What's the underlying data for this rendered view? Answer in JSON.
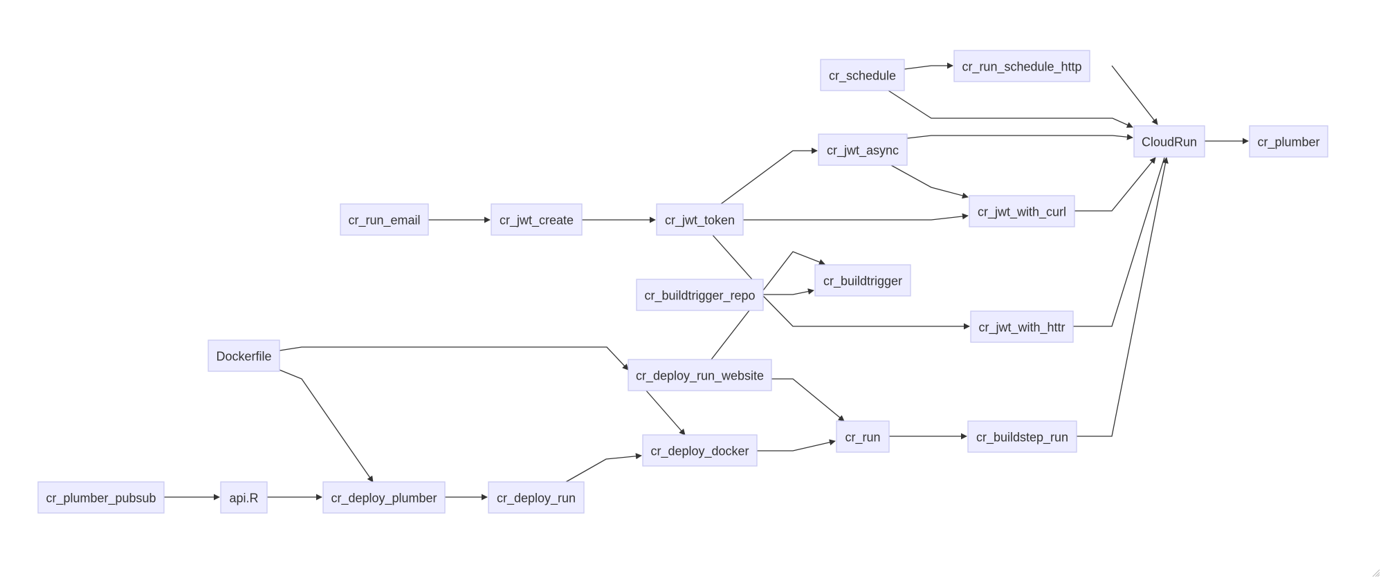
{
  "diagram": {
    "type": "flowchart",
    "direction": "left-to-right",
    "colors": {
      "node_fill": "#ECECFF",
      "node_border": "#C9C9F2",
      "edge": "#333333",
      "text": "#333333"
    },
    "nodes": [
      {
        "id": "cr_plumber_pubsub",
        "label": "cr_plumber_pubsub"
      },
      {
        "id": "api_R",
        "label": "api.R"
      },
      {
        "id": "cr_deploy_plumber",
        "label": "cr_deploy_plumber"
      },
      {
        "id": "cr_deploy_run",
        "label": "cr_deploy_run"
      },
      {
        "id": "Dockerfile",
        "label": "Dockerfile"
      },
      {
        "id": "cr_run_email",
        "label": "cr_run_email"
      },
      {
        "id": "cr_jwt_create",
        "label": "cr_jwt_create"
      },
      {
        "id": "cr_jwt_token",
        "label": "cr_jwt_token"
      },
      {
        "id": "cr_buildtrigger_repo",
        "label": "cr_buildtrigger_repo"
      },
      {
        "id": "cr_deploy_run_website",
        "label": "cr_deploy_run_website"
      },
      {
        "id": "cr_deploy_docker",
        "label": "cr_deploy_docker"
      },
      {
        "id": "cr_schedule",
        "label": "cr_schedule"
      },
      {
        "id": "cr_jwt_async",
        "label": "cr_jwt_async"
      },
      {
        "id": "cr_buildtrigger",
        "label": "cr_buildtrigger"
      },
      {
        "id": "cr_run",
        "label": "cr_run"
      },
      {
        "id": "cr_run_schedule_http",
        "label": "cr_run_schedule_http"
      },
      {
        "id": "cr_jwt_with_curl",
        "label": "cr_jwt_with_curl"
      },
      {
        "id": "cr_jwt_with_httr",
        "label": "cr_jwt_with_httr"
      },
      {
        "id": "cr_buildstep_run",
        "label": "cr_buildstep_run"
      },
      {
        "id": "CloudRun",
        "label": "CloudRun"
      },
      {
        "id": "cr_plumber",
        "label": "cr_plumber"
      }
    ],
    "edges": [
      {
        "from": "cr_schedule",
        "to": "cr_run_schedule_http",
        "arrow": true
      },
      {
        "from": "cr_schedule",
        "to": "CloudRun",
        "arrow": true
      },
      {
        "from": "cr_run_schedule_http",
        "to": "CloudRun",
        "arrow": true
      },
      {
        "from": "CloudRun",
        "to": "cr_plumber",
        "arrow": true
      },
      {
        "from": "cr_jwt_token",
        "to": "cr_jwt_async",
        "arrow": true
      },
      {
        "from": "cr_jwt_async",
        "to": "CloudRun",
        "arrow": true
      },
      {
        "from": "cr_jwt_async",
        "to": "cr_jwt_with_curl",
        "arrow": true
      },
      {
        "from": "cr_run_email",
        "to": "cr_jwt_create",
        "arrow": true
      },
      {
        "from": "cr_jwt_create",
        "to": "cr_jwt_token",
        "arrow": true
      },
      {
        "from": "cr_jwt_token",
        "to": "cr_jwt_with_curl",
        "arrow": true
      },
      {
        "from": "cr_jwt_with_curl",
        "to": "CloudRun",
        "arrow": true
      },
      {
        "from": "cr_jwt_token",
        "to": "cr_buildtrigger_repo",
        "arrow": false
      },
      {
        "from": "cr_buildtrigger_repo",
        "to": "cr_buildtrigger",
        "arrow": true
      },
      {
        "from": "cr_buildtrigger_repo",
        "to": "cr_jwt_with_httr",
        "arrow": true
      },
      {
        "from": "cr_jwt_with_httr",
        "to": "CloudRun",
        "arrow": true
      },
      {
        "from": "cr_buildtrigger_repo",
        "to": "cr_deploy_run_website",
        "arrow": false
      },
      {
        "from": "Dockerfile",
        "to": "cr_deploy_run_website",
        "arrow": false
      },
      {
        "from": "Dockerfile",
        "to": "cr_deploy_plumber",
        "arrow": true
      },
      {
        "from": "cr_deploy_run_website",
        "to": "cr_run",
        "arrow": true
      },
      {
        "from": "cr_deploy_run_website",
        "to": "cr_deploy_docker",
        "arrow": true
      },
      {
        "from": "cr_deploy_docker",
        "to": "cr_run",
        "arrow": true
      },
      {
        "from": "cr_run",
        "to": "cr_buildstep_run",
        "arrow": true
      },
      {
        "from": "cr_buildstep_run",
        "to": "CloudRun",
        "arrow": true
      },
      {
        "from": "cr_plumber_pubsub",
        "to": "api_R",
        "arrow": true
      },
      {
        "from": "api_R",
        "to": "cr_deploy_plumber",
        "arrow": true
      },
      {
        "from": "cr_deploy_plumber",
        "to": "cr_deploy_run",
        "arrow": true
      },
      {
        "from": "cr_deploy_run",
        "to": "cr_deploy_docker",
        "arrow": true
      },
      {
        "from": "cr_deploy_run",
        "to": "cr_run",
        "arrow": true
      }
    ]
  }
}
